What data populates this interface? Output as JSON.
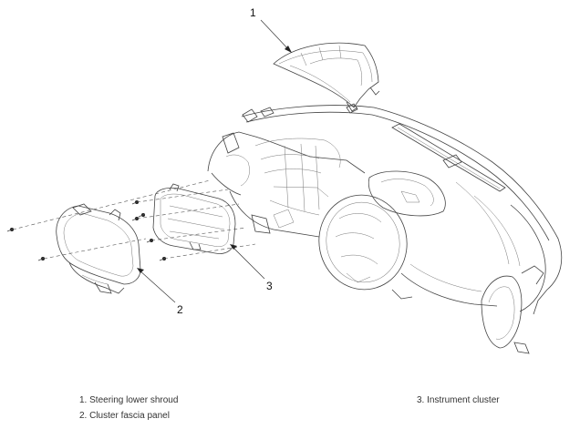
{
  "callouts": [
    "1",
    "2",
    "3"
  ],
  "legend": [
    {
      "number": "1",
      "label": "Steering lower shroud",
      "text": "1. Steering lower shroud"
    },
    {
      "number": "2",
      "label": "Cluster fascia panel",
      "text": "2. Cluster fascia panel"
    },
    {
      "number": "3",
      "label": "Instrument cluster",
      "text": "3. Instrument cluster"
    }
  ],
  "colors": {
    "line": "#444444",
    "background": "#ffffff"
  }
}
